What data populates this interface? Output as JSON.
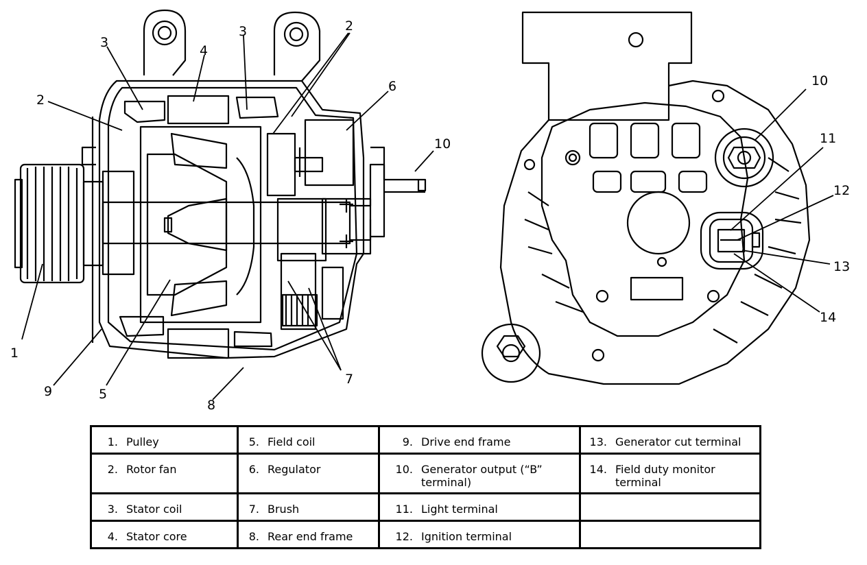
{
  "callouts": [
    {
      "id": "c3a",
      "text": "3"
    },
    {
      "id": "c4",
      "text": "4"
    },
    {
      "id": "c3b",
      "text": "3"
    },
    {
      "id": "c2a",
      "text": "2"
    },
    {
      "id": "c2b",
      "text": "2"
    },
    {
      "id": "c6",
      "text": "6"
    },
    {
      "id": "c10a",
      "text": "10"
    },
    {
      "id": "c1",
      "text": "1"
    },
    {
      "id": "c9",
      "text": "9"
    },
    {
      "id": "c5",
      "text": "5"
    },
    {
      "id": "c8",
      "text": "8"
    },
    {
      "id": "c7",
      "text": "7"
    },
    {
      "id": "c10b",
      "text": "10"
    },
    {
      "id": "c11",
      "text": "11"
    },
    {
      "id": "c12",
      "text": "12"
    },
    {
      "id": "c13",
      "text": "13"
    },
    {
      "id": "c14",
      "text": "14"
    }
  ],
  "legend": {
    "rows": [
      [
        {
          "num": "1.",
          "label": "Pulley"
        },
        {
          "num": "5.",
          "label": "Field coil"
        },
        {
          "num": "9.",
          "label": "Drive end frame"
        },
        {
          "num": "13.",
          "label": "Generator cut terminal"
        }
      ],
      [
        {
          "num": "2.",
          "label": "Rotor fan"
        },
        {
          "num": "6.",
          "label": "Regulator"
        },
        {
          "num": "10.",
          "label": "Generator output (“B” terminal)"
        },
        {
          "num": "14.",
          "label": "Field duty monitor terminal"
        }
      ],
      [
        {
          "num": "3.",
          "label": "Stator coil"
        },
        {
          "num": "7.",
          "label": "Brush"
        },
        {
          "num": "11.",
          "label": "Light terminal"
        },
        {
          "num": "",
          "label": ""
        }
      ],
      [
        {
          "num": "4.",
          "label": "Stator core"
        },
        {
          "num": "8.",
          "label": "Rear end frame"
        },
        {
          "num": "12.",
          "label": "Ignition terminal"
        },
        {
          "num": "",
          "label": ""
        }
      ]
    ]
  }
}
